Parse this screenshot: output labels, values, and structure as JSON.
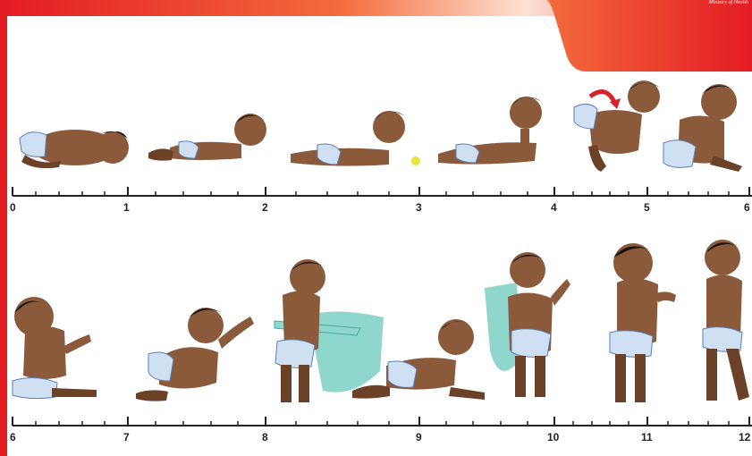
{
  "brand": {
    "tag": "Ministry of Health"
  },
  "colors": {
    "accent": "#e31b23",
    "skin": "#8a5a3b",
    "skin_dark": "#6b4128",
    "hair": "#1a1410",
    "diaper": "#cfe0f2",
    "diaper_stripe": "#5b7fb8",
    "table": "#8fd6cc",
    "ball": "#e7e33a",
    "arrow": "#d8232a"
  },
  "timeline_top": {
    "labels": [
      "0",
      "1",
      "2",
      "3",
      "4",
      "5",
      "6"
    ]
  },
  "timeline_bottom": {
    "labels": [
      "6",
      "7",
      "8",
      "9",
      "10",
      "11",
      "12"
    ]
  }
}
